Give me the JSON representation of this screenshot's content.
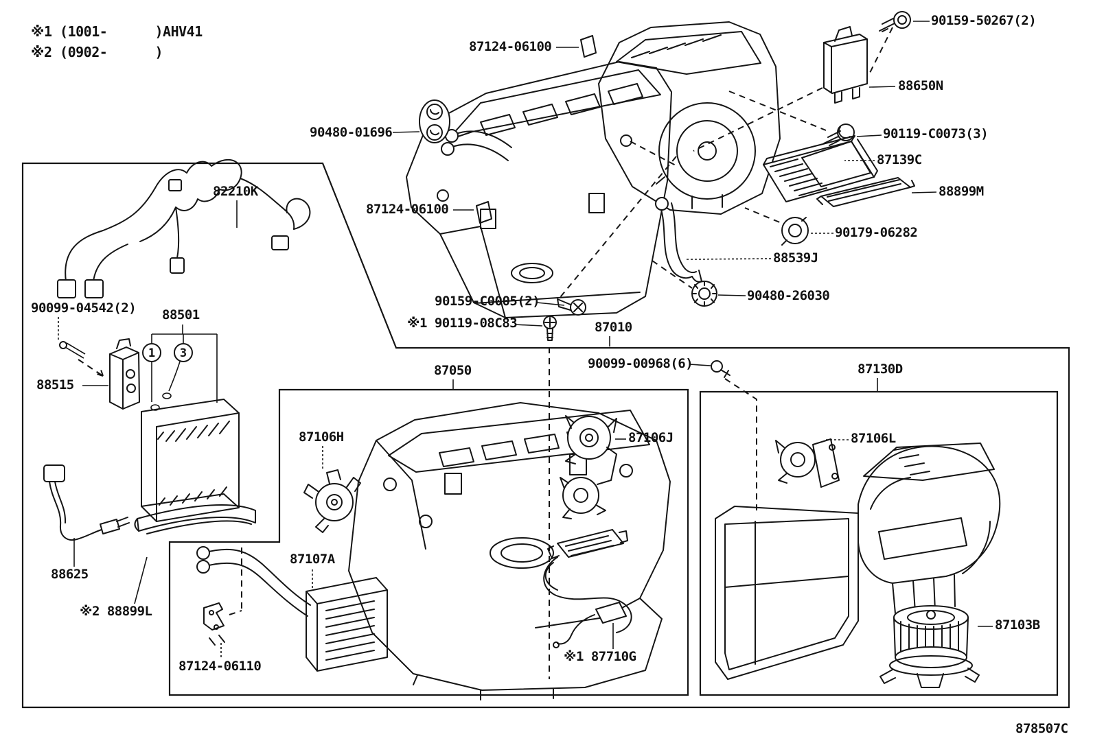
{
  "title": "Heating & air conditioning cooler unit exploded parts diagram",
  "colors": {
    "ink": "#151515",
    "background": "#ffffff"
  },
  "notes": {
    "line1": "※1 (1001-      )AHV41",
    "line2": "※2 (0902-      )"
  },
  "diagram_code": "878507C",
  "callouts": {
    "c1": "1",
    "c3": "3"
  },
  "labels": [
    {
      "id": "87124-06100-upper",
      "text": "87124-06100"
    },
    {
      "id": "90480-01696",
      "text": "90480-01696"
    },
    {
      "id": "90159-50267",
      "text": "90159-50267(2)"
    },
    {
      "id": "88650N",
      "text": "88650N"
    },
    {
      "id": "90119-C0073",
      "text": "90119-C0073(3)"
    },
    {
      "id": "87139C",
      "text": "87139C"
    },
    {
      "id": "88899M",
      "text": "88899M"
    },
    {
      "id": "90179-06282",
      "text": "90179-06282"
    },
    {
      "id": "88539J",
      "text": "88539J"
    },
    {
      "id": "90480-26030",
      "text": "90480-26030"
    },
    {
      "id": "87124-06100-lower",
      "text": "87124-06100"
    },
    {
      "id": "90159-C0005",
      "text": "90159-C0005(2)"
    },
    {
      "id": "90119-08C83",
      "text": "※1 90119-08C83"
    },
    {
      "id": "87010",
      "text": "87010"
    },
    {
      "id": "90099-00968",
      "text": "90099-00968(6)"
    },
    {
      "id": "87050",
      "text": "87050"
    },
    {
      "id": "87130D",
      "text": "87130D"
    },
    {
      "id": "82210K",
      "text": "82210K"
    },
    {
      "id": "90099-04542",
      "text": "90099-04542(2)"
    },
    {
      "id": "88501",
      "text": "88501"
    },
    {
      "id": "88515",
      "text": "88515"
    },
    {
      "id": "87106H",
      "text": "87106H"
    },
    {
      "id": "87106J",
      "text": "87106J"
    },
    {
      "id": "87106L",
      "text": "87106L"
    },
    {
      "id": "87107A",
      "text": "87107A"
    },
    {
      "id": "88625",
      "text": "88625"
    },
    {
      "id": "88899L",
      "text": "※2 88899L"
    },
    {
      "id": "87124-06110",
      "text": "87124-06110"
    },
    {
      "id": "87710G",
      "text": "※1 87710G"
    },
    {
      "id": "87103B",
      "text": "87103B"
    }
  ]
}
